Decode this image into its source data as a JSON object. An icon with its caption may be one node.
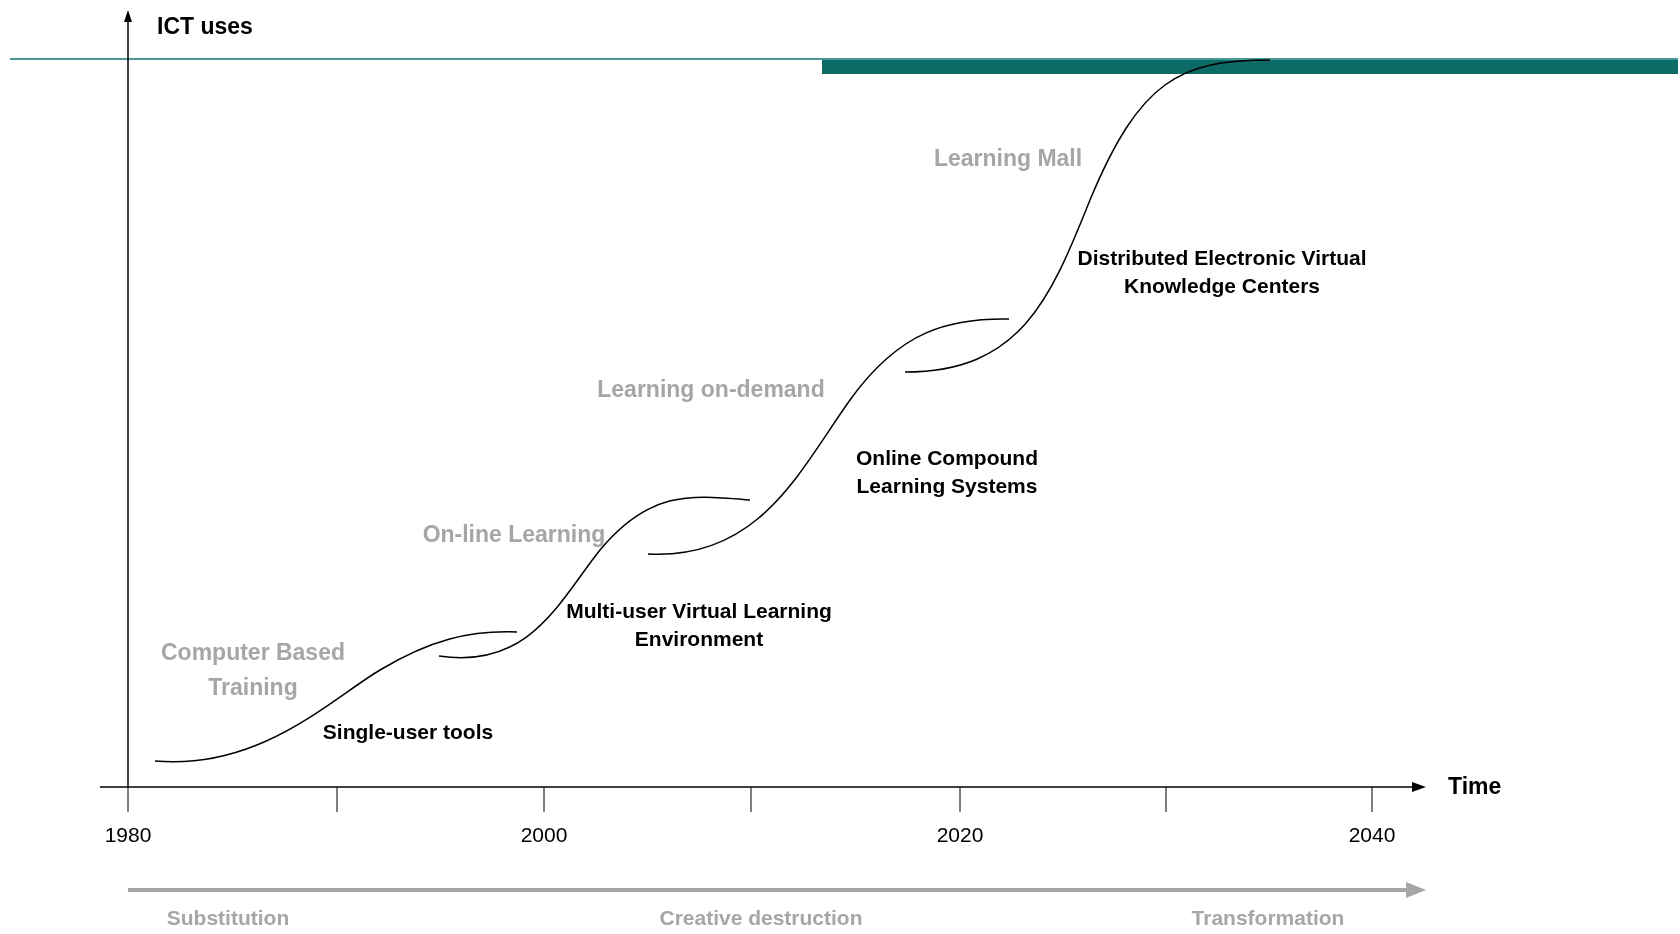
{
  "diagram": {
    "labels": [
      "ICT uses",
      "Learning Mall",
      "Distributed Electronic Virtual Knowledge Centers",
      "Learning on-demand",
      "Online Compound Learning Systems",
      "On-line Learning",
      "Multi-user Virtual Learning Environment",
      "Computer Based Training",
      "Single-user tools",
      "Time",
      "1980",
      "2000",
      "2020",
      "2040",
      "Substitution",
      "Creative destruction",
      "Transformation"
    ]
  }
}
